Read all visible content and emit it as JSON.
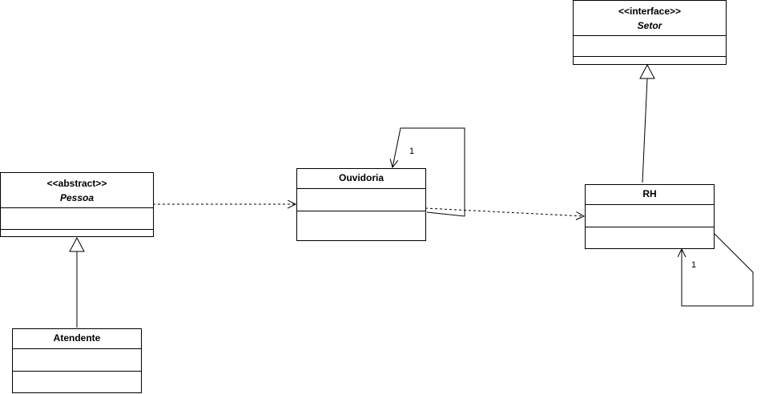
{
  "classes": {
    "setor": {
      "stereotype": "<<interface>>",
      "name": "Setor"
    },
    "pessoa": {
      "stereotype": "<<abstract>>",
      "name": "Pessoa"
    },
    "ouvidoria": {
      "name": "Ouvidoria"
    },
    "rh": {
      "name": "RH"
    },
    "atendente": {
      "name": "Atendente"
    }
  },
  "relations": {
    "ouvidoria_self_multiplicity": "1",
    "rh_self_multiplicity": "1"
  }
}
